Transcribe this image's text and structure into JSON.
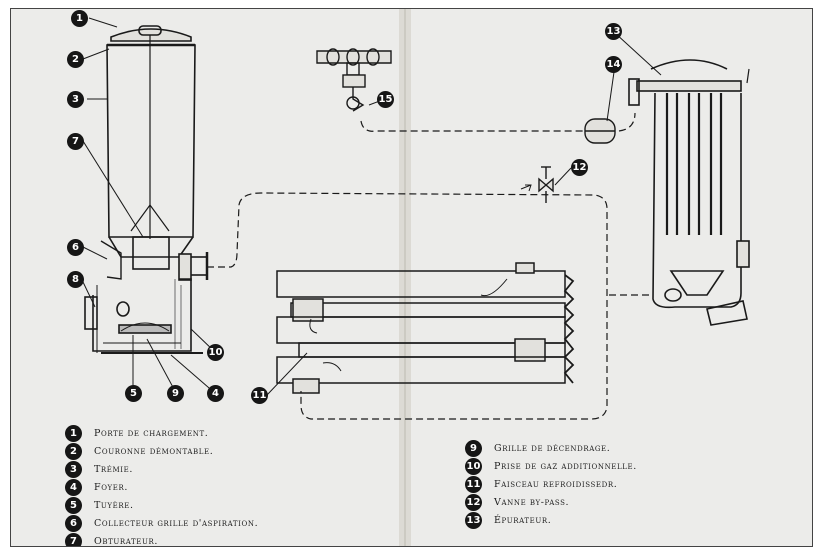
{
  "legend_left": [
    {
      "num": "1",
      "label": "Porte de chargement."
    },
    {
      "num": "2",
      "label": "Couronne démontable."
    },
    {
      "num": "3",
      "label": "Trémie."
    },
    {
      "num": "4",
      "label": "Foyer."
    },
    {
      "num": "5",
      "label": "Tuyère."
    },
    {
      "num": "6",
      "label": "Collecteur grille d'aspiration."
    },
    {
      "num": "7",
      "label": "Obturateur."
    }
  ],
  "legend_right": [
    {
      "num": "9",
      "label": "Grille de décendrage."
    },
    {
      "num": "10",
      "label": "Prise de gaz additionnelle."
    },
    {
      "num": "11",
      "label": "Faisceau refroidissedr."
    },
    {
      "num": "12",
      "label": "Vanne by-pass."
    },
    {
      "num": "13",
      "label": "Épurateur."
    }
  ],
  "callouts": [
    "1",
    "2",
    "3",
    "7",
    "6",
    "8",
    "5",
    "9",
    "4",
    "10",
    "11",
    "12",
    "13",
    "14",
    "15"
  ]
}
